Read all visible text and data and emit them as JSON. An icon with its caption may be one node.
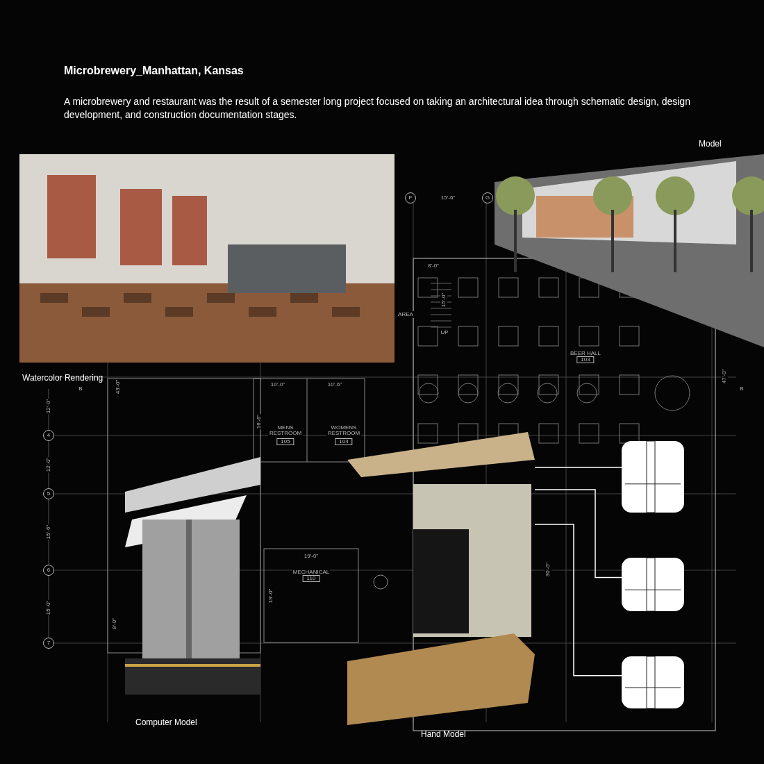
{
  "diagram": {
    "title": "Microbrewery_Manhattan, Kansas",
    "caption": "A microbrewery and restaurant was the result of a semester long project focused on taking an architectural idea through schematic design, design development, and construction documentation stages.",
    "nodes": [
      {
        "text": [],
        "shape": "picture",
        "beside": [
          "Watercolor Rendering"
        ]
      },
      {
        "text": [],
        "shape": "picture",
        "beside": [
          "Model"
        ]
      },
      {
        "text": [],
        "shape": "picture",
        "beside": [
          "Computer Model"
        ]
      },
      {
        "text": [],
        "shape": "picture",
        "beside": [
          "Hand Model"
        ]
      },
      {
        "text": [],
        "shape": "picture"
      },
      {
        "text": [],
        "shape": "picture"
      },
      {
        "text": [],
        "shape": "picture"
      }
    ],
    "edges": [
      {
        "from": 3,
        "to": 4,
        "arrow": "none"
      },
      {
        "from": 3,
        "to": 5,
        "arrow": "none"
      },
      {
        "from": 3,
        "to": 6,
        "arrow": "none"
      }
    ],
    "labels": [
      "F",
      "15'-6\"",
      "G",
      "8'-0\"",
      "15'-0\"",
      "AREA",
      "UP",
      "BEER HALL",
      "103",
      "47'-0\"",
      "B",
      "B",
      "43'-0\"",
      "10'-0\"",
      "10'-6\"",
      "16'-6\"",
      "MENS RESTROOM",
      "105",
      "WOMENS RESTROOM",
      "104",
      "12'-0\"",
      "4",
      "12'-0\"",
      "5",
      "15'-6\"",
      "6",
      "15'-0\"",
      "7",
      "19'-0\"",
      "MECHANICAL",
      "110",
      "19'-0\"",
      "8'-0\"",
      "30'-0\""
    ]
  }
}
